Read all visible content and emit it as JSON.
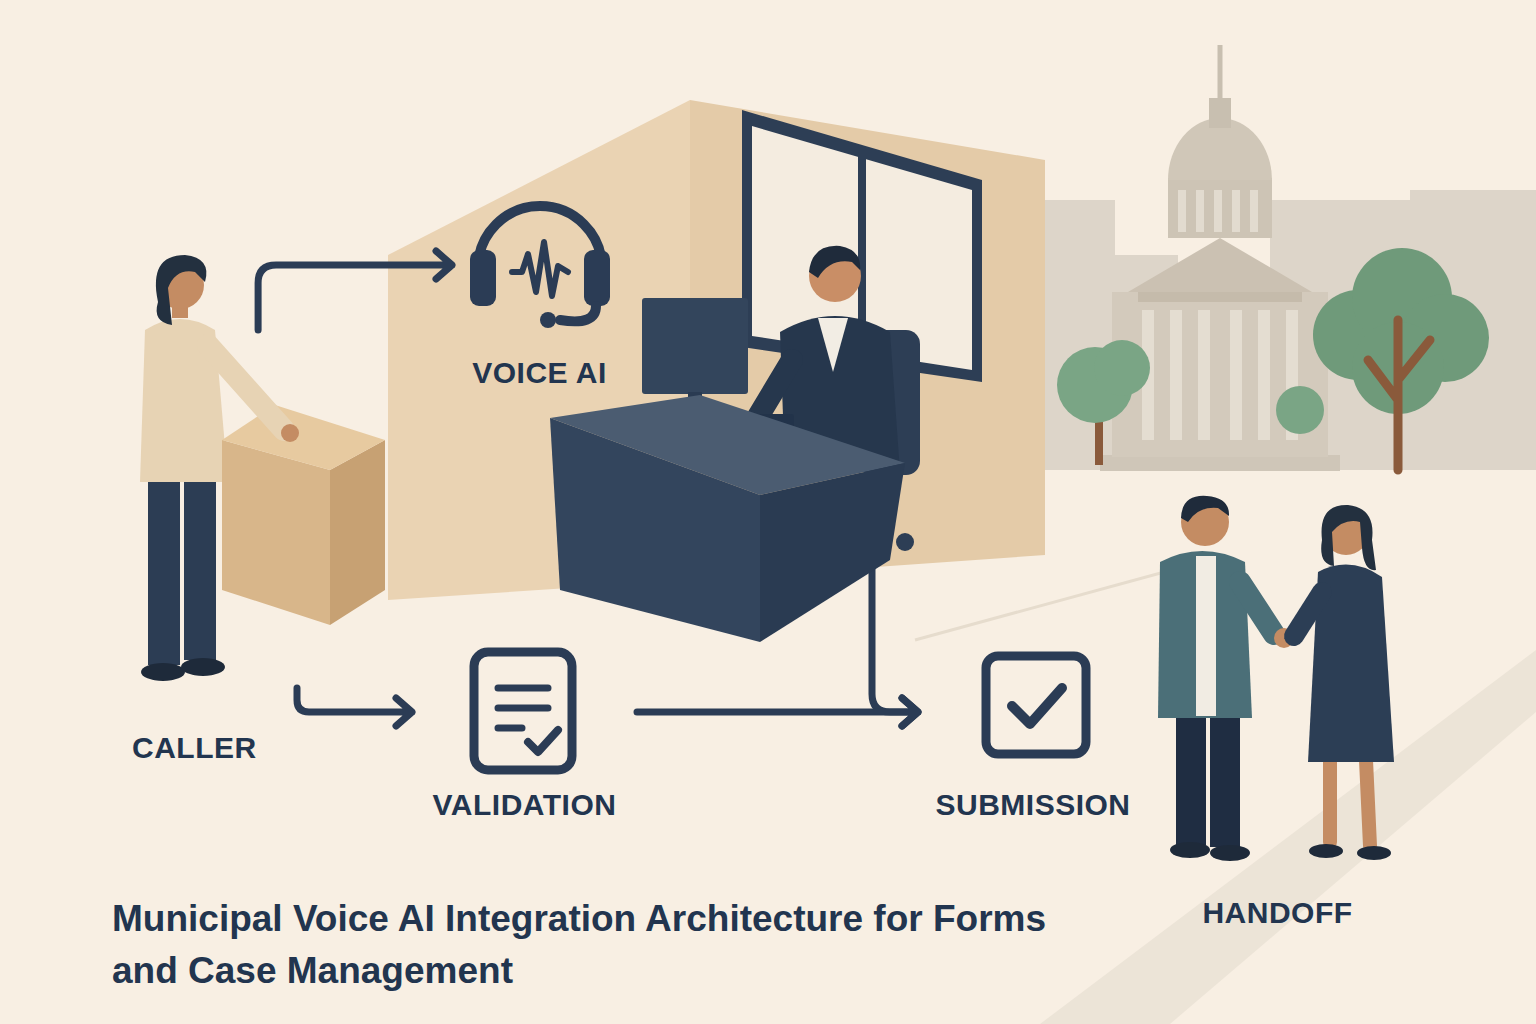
{
  "diagram": {
    "title": "Municipal Voice AI Integration Architecture for Forms and Case Management",
    "nodes": [
      {
        "text": [
          "CALLER"
        ]
      },
      {
        "text": [
          "VOICE AI"
        ]
      },
      {
        "text": [
          "VALIDATION"
        ]
      },
      {
        "text": [
          "SUBMISSION"
        ]
      },
      {
        "text": [
          "HANDOFF"
        ]
      }
    ],
    "edges": [
      {
        "from": 0,
        "to": 1,
        "arrow": "to"
      },
      {
        "from": 0,
        "to": 2,
        "arrow": "to"
      },
      {
        "from": 2,
        "to": 3,
        "arrow": "to"
      },
      {
        "from": 1,
        "to": 3,
        "arrow": "to"
      }
    ]
  }
}
